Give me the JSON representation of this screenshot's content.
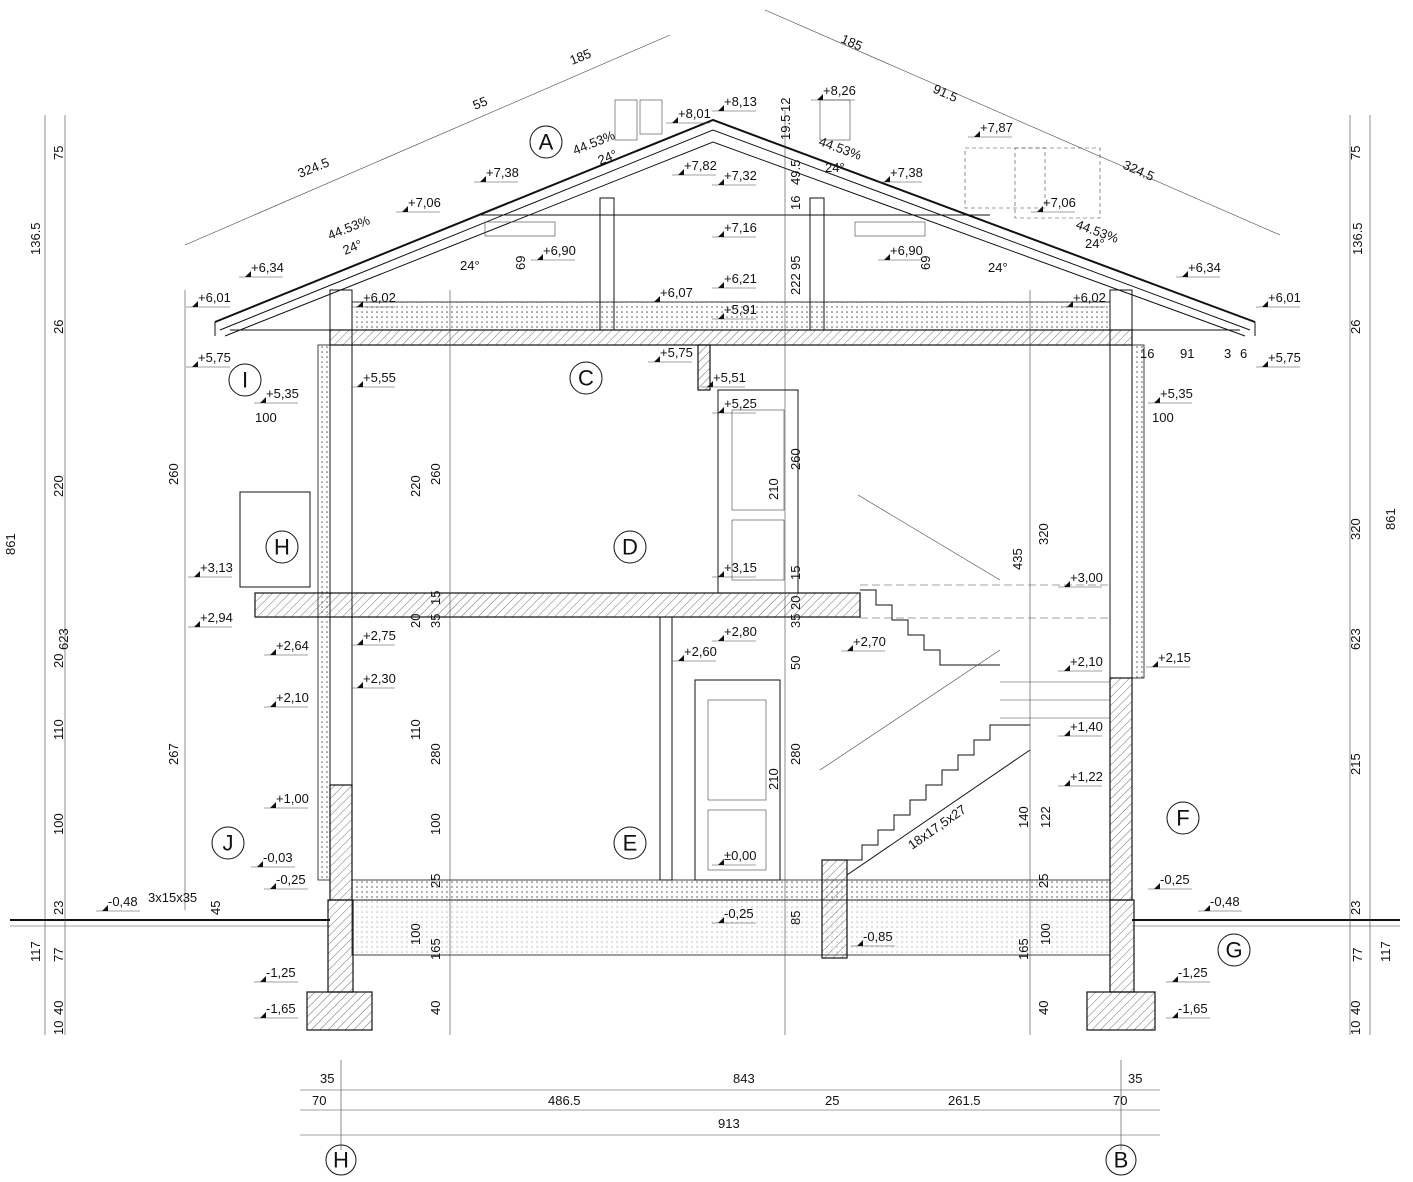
{
  "title": "Building section",
  "callouts": [
    "A",
    "C",
    "D",
    "E",
    "F",
    "G",
    "H",
    "I",
    "J"
  ],
  "axes": [
    "H",
    "B"
  ],
  "elevations": [
    "+6,34",
    "+6,01",
    "+5,75",
    "+5,35",
    "+6,02",
    "+5,55",
    "+7,06",
    "+7,38",
    "+6,90",
    "+8,01",
    "+8,13",
    "+7,82",
    "+7,32",
    "+7,16",
    "+6,21",
    "+5,91",
    "+6,07",
    "+5,75",
    "+5,51",
    "+5,25",
    "+8,26",
    "+7,87",
    "+7,38",
    "+6,90",
    "+7,06",
    "+6,34",
    "+6,02",
    "+6,01",
    "+5,75",
    "+5,35",
    "+3,13",
    "+2,94",
    "+2,75",
    "+2,64",
    "+2,30",
    "+2,10",
    "+1,00",
    "+3,15",
    "+2,80",
    "+2,60",
    "+2,70",
    "+3,00",
    "+2,10",
    "+2,15",
    "+1,40",
    "+1,22",
    "±0,00",
    "-0,25",
    "-0,03",
    "-0,25",
    "-0,48",
    "-0,85",
    "-0,25",
    "-0,48",
    "-1,25",
    "-1,65",
    "-1,25",
    "-1,65"
  ],
  "dimensions": {
    "bottom": [
      "35",
      "843",
      "35",
      "70",
      "486.5",
      "25",
      "261.5",
      "70",
      "913"
    ],
    "roof": [
      "324.5",
      "55",
      "185",
      "185",
      "91.5",
      "324.5"
    ],
    "slope": [
      "44.53%",
      "24°",
      "44.53%",
      "24°",
      "44.53%",
      "24°",
      "44.53%",
      "24°",
      "24°",
      "24°"
    ],
    "horizontal": [
      "100",
      "100",
      "16",
      "91",
      "3",
      "6",
      "18x17,5x27",
      "3x15x35",
      "45"
    ],
    "vertical": [
      "861",
      "623",
      "117",
      "861",
      "623",
      "117",
      "75",
      "136.5",
      "26",
      "220",
      "20",
      "110",
      "100",
      "23",
      "77",
      "40",
      "10",
      "75",
      "136.5",
      "26",
      "320",
      "215",
      "23",
      "77",
      "40",
      "10",
      "260",
      "267",
      "260",
      "220",
      "280",
      "110",
      "100",
      "165",
      "100",
      "40",
      "210",
      "260",
      "210",
      "280",
      "435",
      "320",
      "140",
      "122",
      "165",
      "100",
      "40",
      "95",
      "222",
      "85",
      "25",
      "25",
      "35",
      "15",
      "50",
      "15",
      "20",
      "20",
      "35",
      "69",
      "69",
      "19.5",
      "49.5",
      "16",
      "12"
    ]
  }
}
